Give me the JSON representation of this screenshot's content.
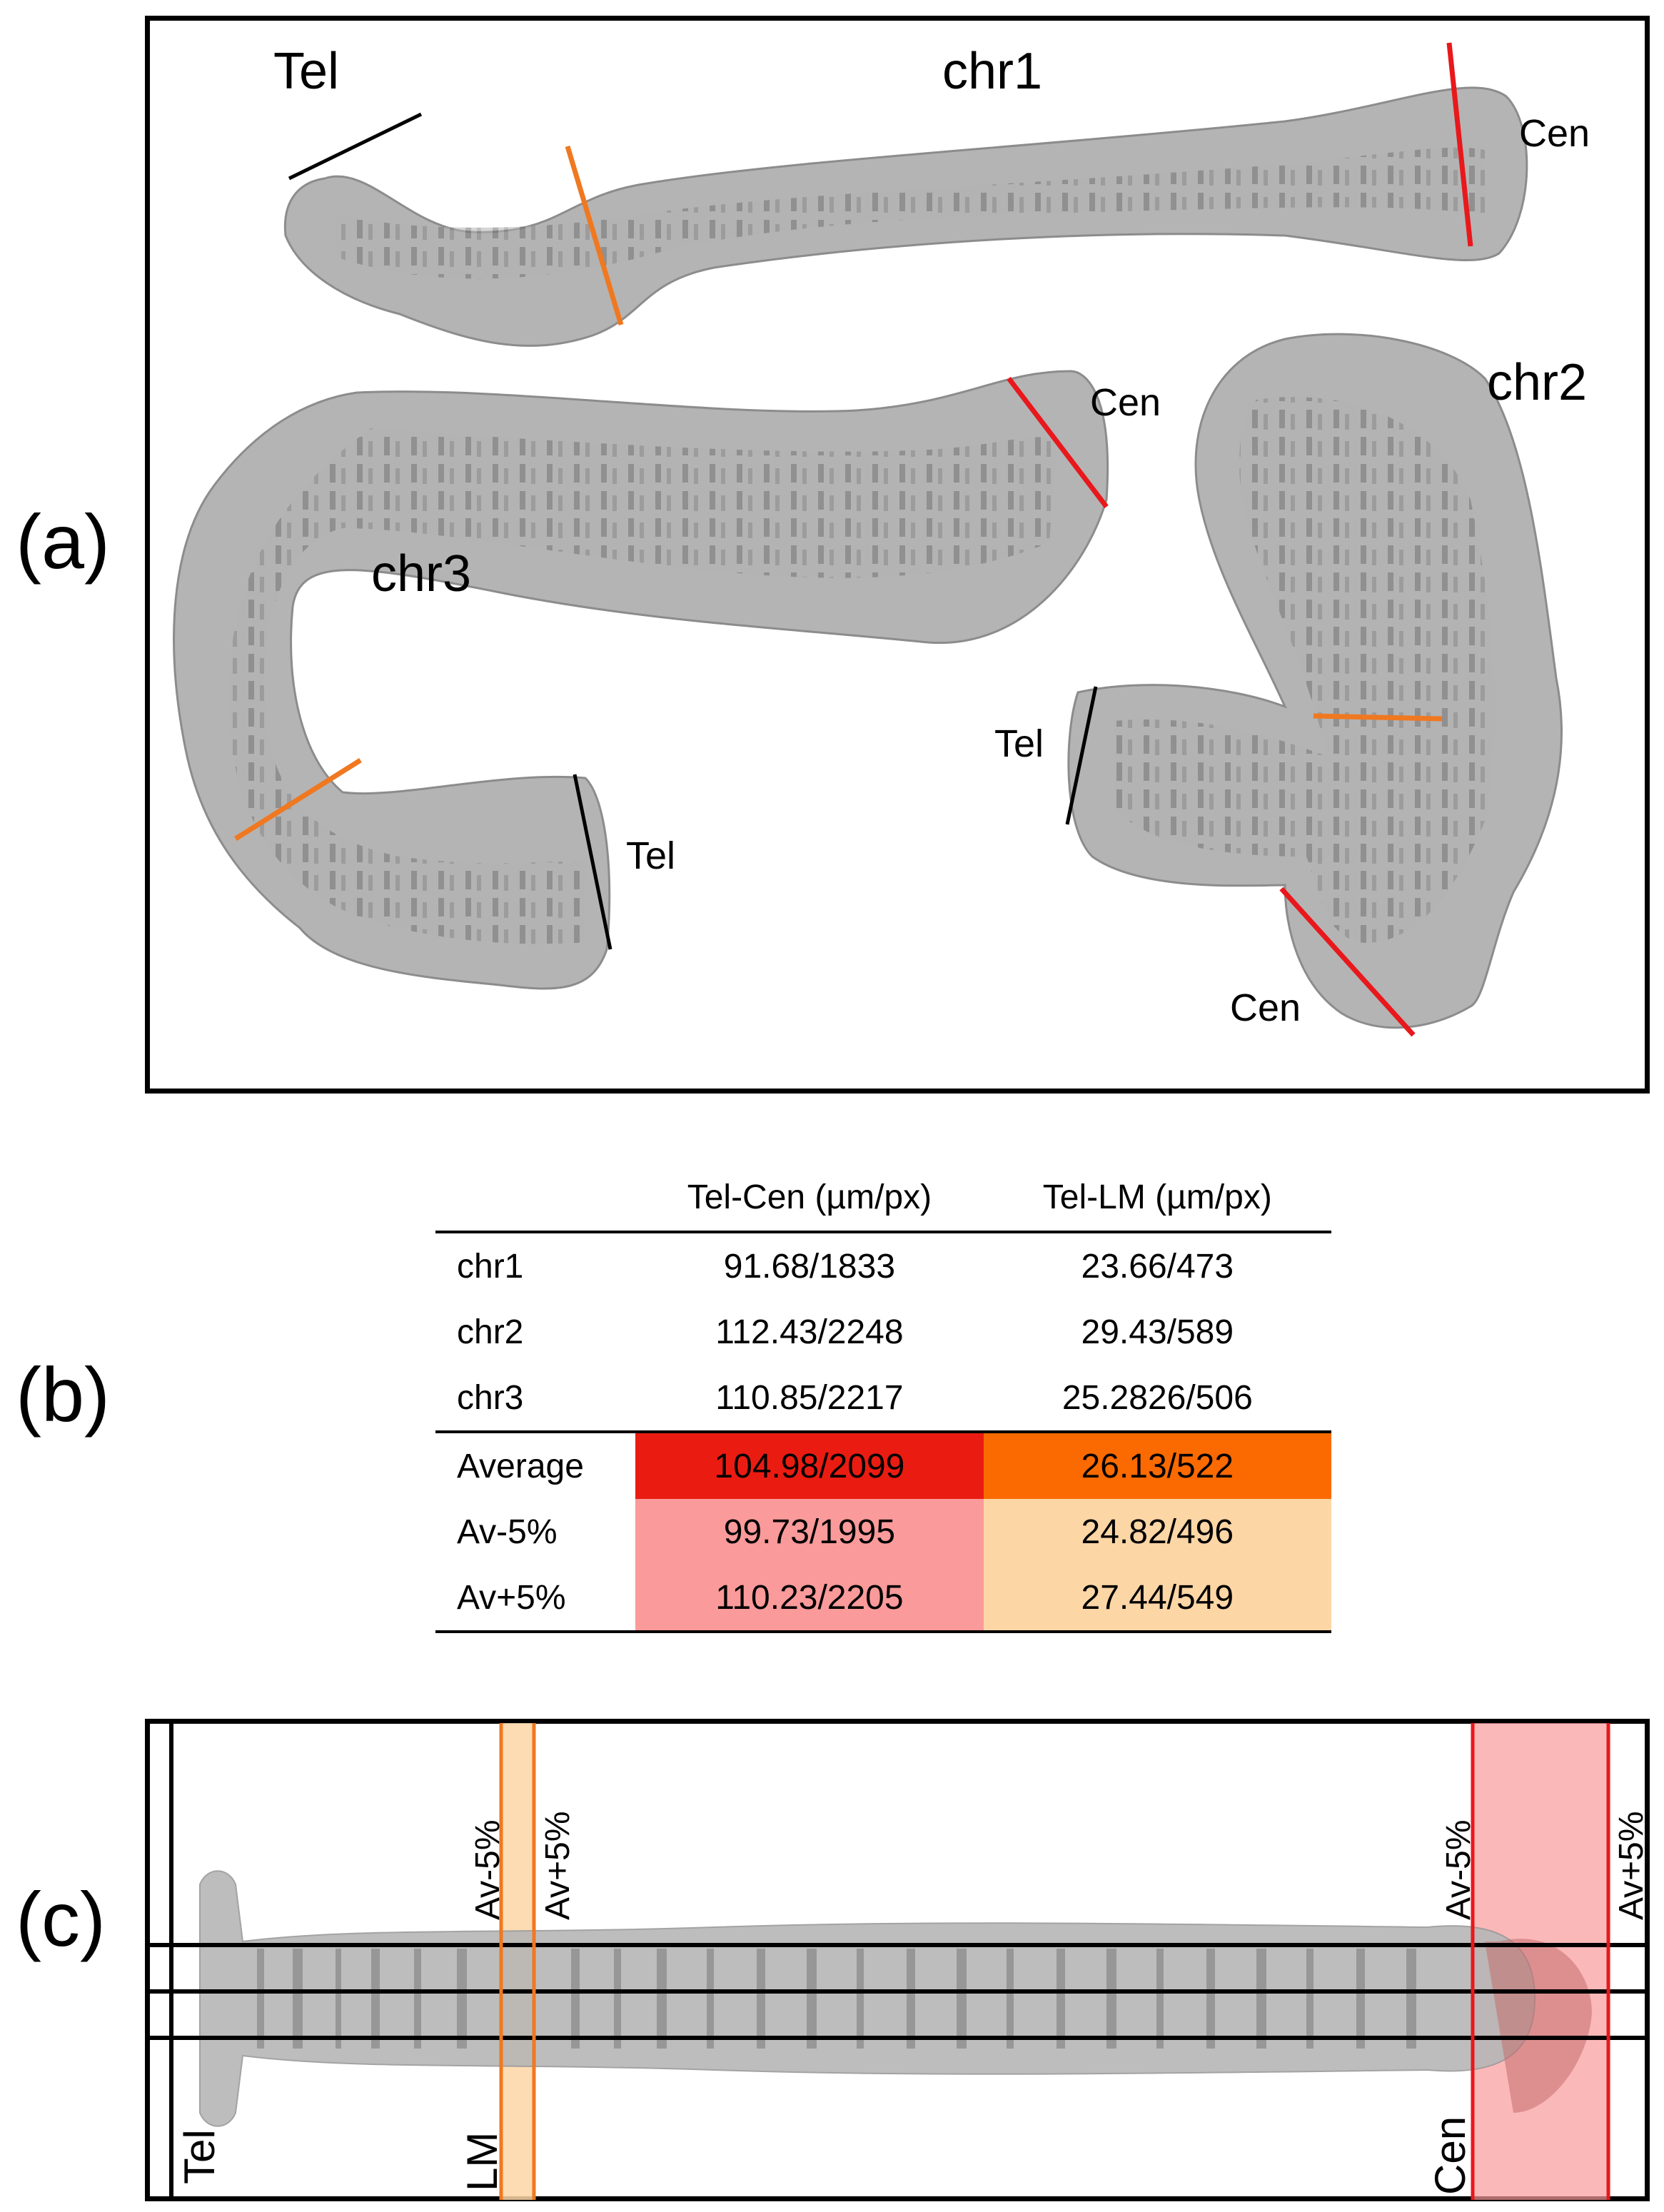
{
  "panels": [
    "(a)",
    "(b)",
    "(c)"
  ],
  "panel_a": {
    "chr1": {
      "name": "chr1",
      "tel": "Tel",
      "cen": "Cen"
    },
    "chr2": {
      "name": "chr2",
      "tel": "Tel",
      "cen": "Cen"
    },
    "chr3": {
      "name": "chr3",
      "tel": "Tel",
      "cen": "Cen"
    }
  },
  "panel_b": {
    "headers": [
      "",
      "Tel-Cen (µm/px)",
      "Tel-LM (µm/px)"
    ],
    "rows": [
      {
        "label": "chr1",
        "tel_cen": "91.68/1833",
        "tel_lm": "23.66/473"
      },
      {
        "label": "chr2",
        "tel_cen": "112.43/2248",
        "tel_lm": "29.43/589"
      },
      {
        "label": "chr3",
        "tel_cen": "110.85/2217",
        "tel_lm": "25.2826/506"
      },
      {
        "label": "Average",
        "tel_cen": "104.98/2099",
        "tel_lm": "26.13/522"
      },
      {
        "label": "Av-5%",
        "tel_cen": "99.73/1995",
        "tel_lm": "24.82/496"
      },
      {
        "label": "Av+5%",
        "tel_cen": "110.23/2205",
        "tel_lm": "27.44/549"
      }
    ]
  },
  "panel_c": {
    "tel": "Tel",
    "lm": "LM",
    "cen": "Cen",
    "lm_low": "Av-5%",
    "lm_high": "Av+5%",
    "cen_low": "Av-5%",
    "cen_high": "Av+5%"
  },
  "colors": {
    "tel_line": "#000000",
    "lm_line": "#f07820",
    "cen_line": "#e8181c",
    "average_cen_fill": "#ea1c12",
    "average_lm_fill": "#fa6a00",
    "band_cen_fill": "#fa9a9a",
    "band_lm_fill": "#fdd6a6",
    "chromosome_fill": "#b4b4b4"
  }
}
